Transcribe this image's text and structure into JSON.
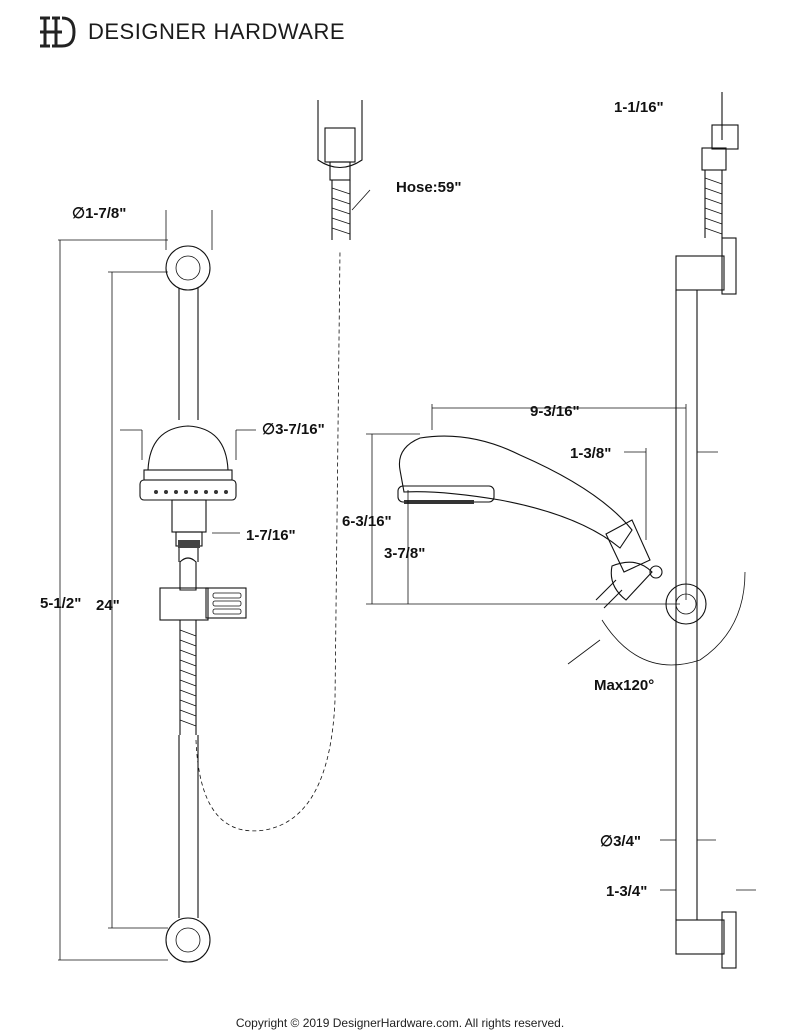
{
  "header": {
    "brand": "DESIGNER HARDWARE"
  },
  "dimensions": {
    "overall_height": "5-1/2\"",
    "bar_length": "24\"",
    "bracket_diameter": "∅1-7/8\"",
    "head_diameter": "∅3-7/16\"",
    "neck_height": "1-7/16\"",
    "hose": "Hose:59\"",
    "head_length": "9-3/16\"",
    "offset": "1-3/8\"",
    "height_total": "6-3/16\"",
    "height_lower": "3-7/8\"",
    "tilt": "Max120°",
    "bar_diameter": "∅3/4\"",
    "bar_offset": "1-3/4\"",
    "top_cut": "1-1/16\""
  },
  "footer": {
    "copyright": "Copyright © 2019 DesignerHardware.com. All rights reserved."
  }
}
